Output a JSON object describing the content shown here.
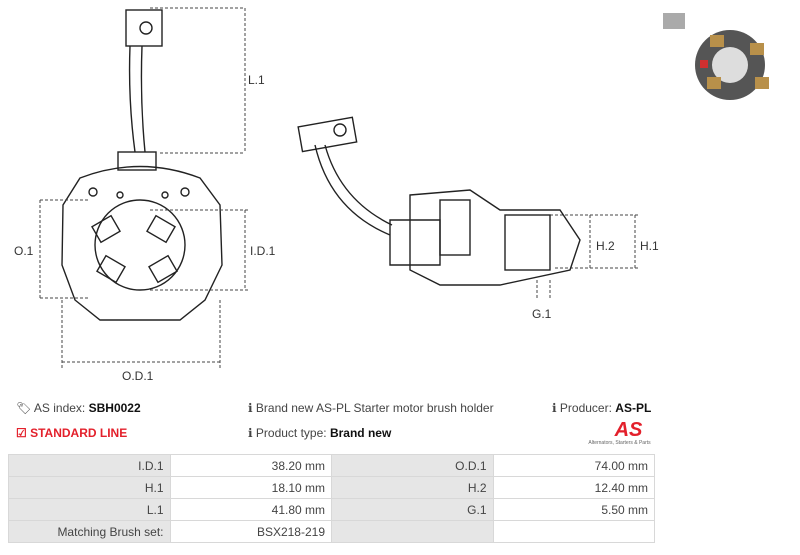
{
  "info": {
    "as_index_label": "AS index:",
    "as_index": "SBH0022",
    "line": "STANDARD LINE",
    "description": "Brand new AS-PL Starter motor brush holder",
    "product_type_label": "Product type:",
    "product_type": "Brand new",
    "producer_label": "Producer:",
    "producer": "AS-PL",
    "logo_text": "AS",
    "logo_tagline": "Alternators, Starters & Parts"
  },
  "drawing": {
    "labels": [
      "L.1",
      "O.1",
      "I.D.1",
      "O.D.1",
      "H.2",
      "H.1",
      "G.1"
    ]
  },
  "specs": [
    [
      "I.D.1",
      "38.20 mm",
      "O.D.1",
      "74.00 mm"
    ],
    [
      "H.1",
      "18.10 mm",
      "H.2",
      "12.40 mm"
    ],
    [
      "L.1",
      "41.80 mm",
      "G.1",
      "5.50 mm"
    ],
    [
      "Matching Brush set:",
      "BSX218-219",
      "",
      ""
    ]
  ],
  "colors": {
    "accent": "#e3202b"
  }
}
